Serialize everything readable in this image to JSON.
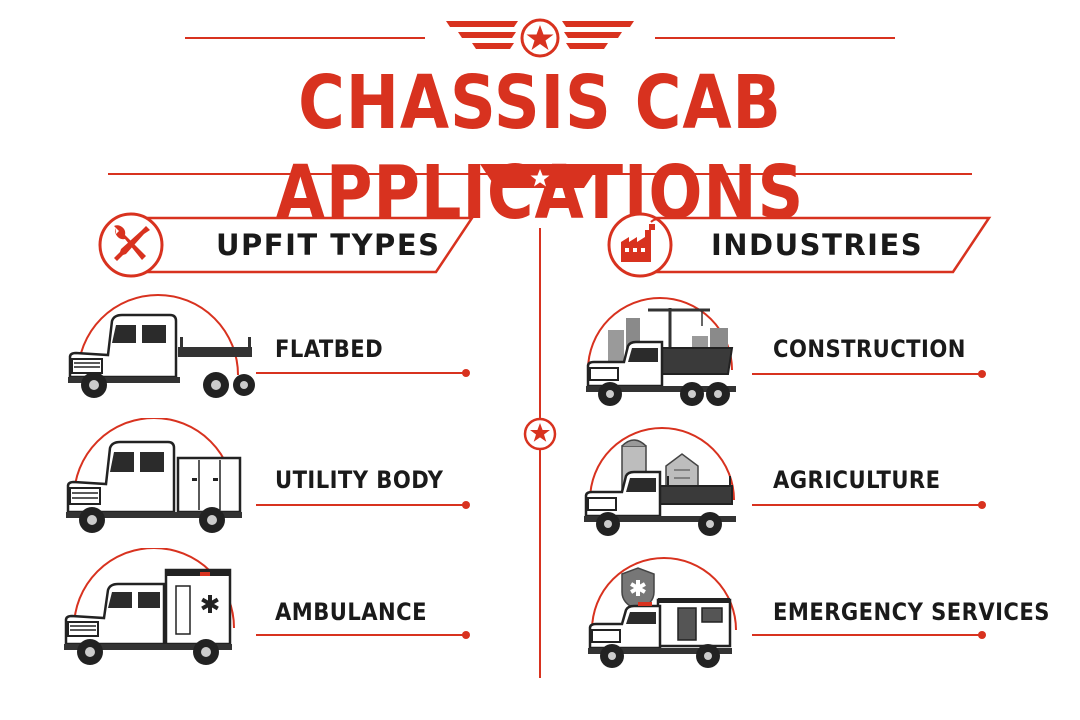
{
  "title": "CHASSIS CAB APPLICATIONS",
  "colors": {
    "accent": "#d8321f",
    "ink": "#1a1a1a",
    "background": "#ffffff"
  },
  "sections": [
    {
      "heading": "UPFIT TYPES",
      "icon": "wrench-screwdriver-icon",
      "items": [
        {
          "label": "FLATBED",
          "icon": "flatbed-truck-icon"
        },
        {
          "label": "UTILITY BODY",
          "icon": "utility-truck-icon"
        },
        {
          "label": "AMBULANCE",
          "icon": "ambulance-icon"
        }
      ]
    },
    {
      "heading": "INDUSTRIES",
      "icon": "factory-icon",
      "items": [
        {
          "label": "CONSTRUCTION",
          "icon": "construction-truck-icon"
        },
        {
          "label": "AGRICULTURE",
          "icon": "farm-truck-icon"
        },
        {
          "label": "EMERGENCY SERVICES",
          "icon": "emergency-truck-icon"
        }
      ]
    }
  ]
}
